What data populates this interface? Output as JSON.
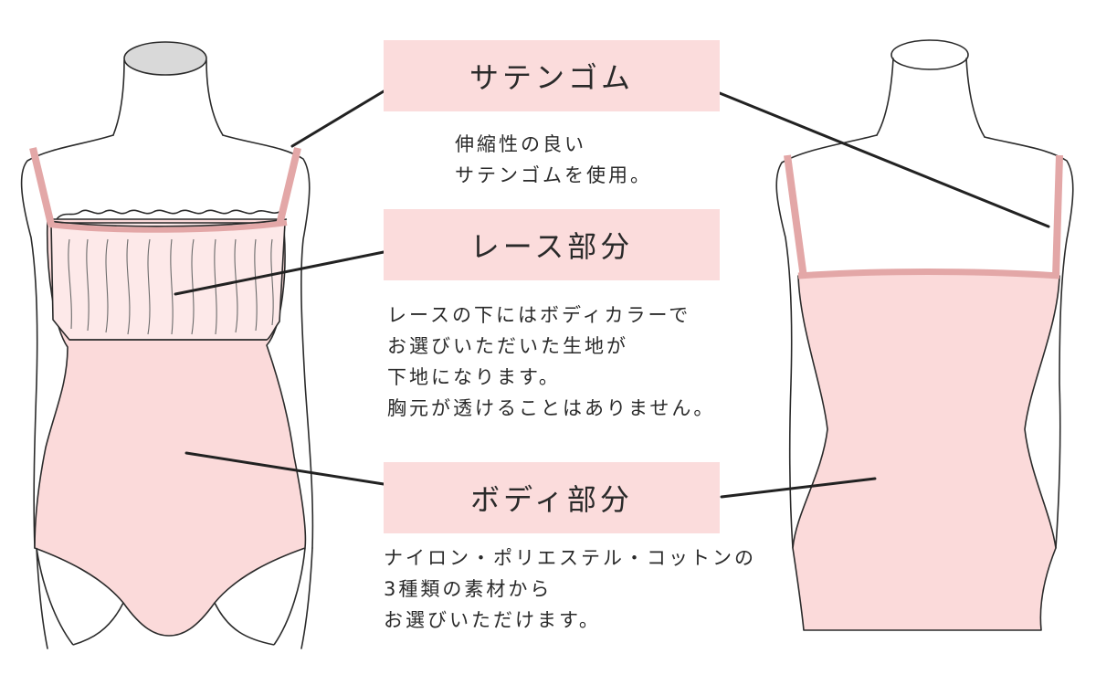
{
  "labels": {
    "satin": "サテンゴム",
    "lace": "レース部分",
    "body": "ボディ部分"
  },
  "descriptions": {
    "satin": [
      "伸縮性の良い",
      "サテンゴムを使用。"
    ],
    "lace": [
      "レースの下にはボディカラーで",
      "お選びいただいた生地が",
      "下地になります。",
      "胸元が透けることはありません。"
    ],
    "body": [
      "ナイロン・ポリエステル・コットンの",
      "3種類の素材から",
      "お選びいただけます。"
    ]
  },
  "colors": {
    "label_bg": "#fbdcdc",
    "garment_fill": "#fbdada",
    "strap": "#e3a7a7",
    "outline": "#2b2b2b"
  }
}
